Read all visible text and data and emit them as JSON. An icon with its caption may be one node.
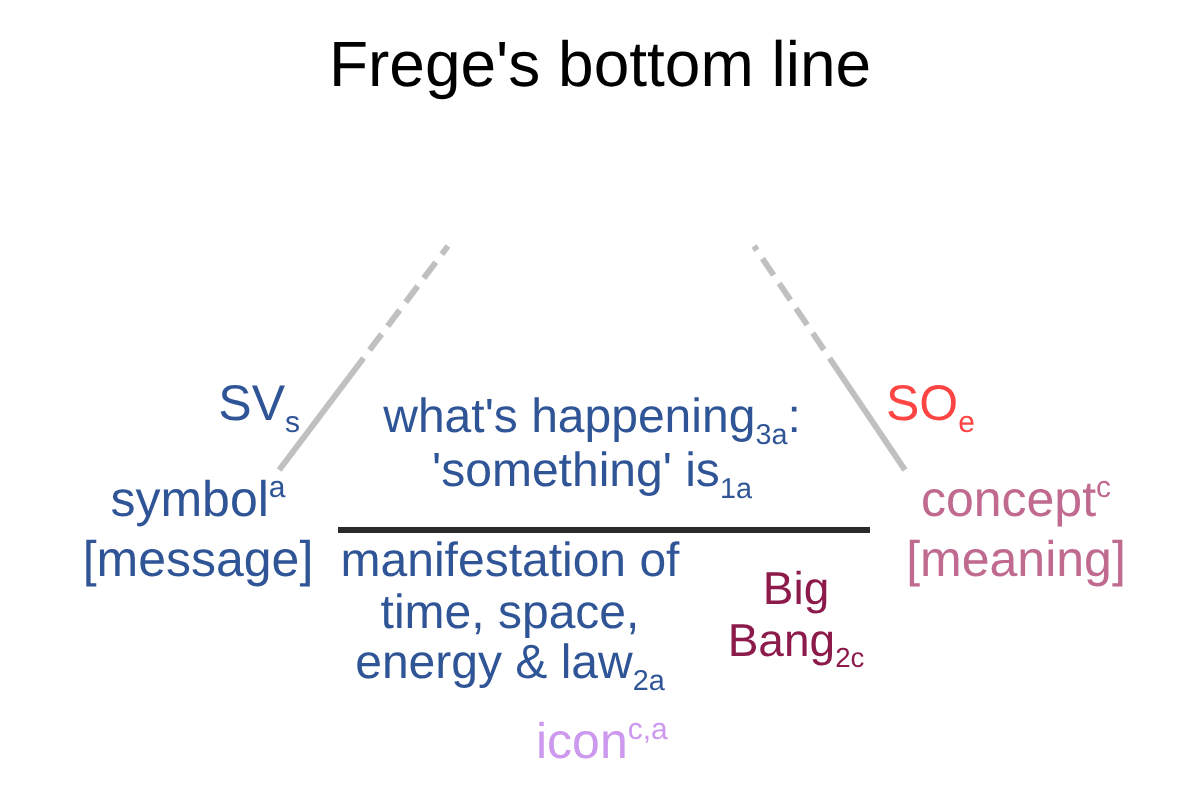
{
  "diagram": {
    "title": "Frege's bottom line",
    "nodes": [
      {
        "text": [
          "symbol$^{a}$ [message]"
        ],
        "beside": [
          "SV$_{s}$"
        ]
      },
      {
        "text": [
          "concept$^{c}$ [meaning]"
        ],
        "beside": [
          "SO$_{e}$"
        ]
      }
    ],
    "edges": [
      {
        "from": 0,
        "to": 1,
        "arrow": "none",
        "color": "#2b2b2b"
      },
      {
        "from": 0,
        "to": null,
        "arrow": "none",
        "style": "dashed"
      },
      {
        "from": 1,
        "to": null,
        "arrow": "none",
        "style": "dashed"
      }
    ],
    "labels": [
      "what's happening$_{3a}$: 'something' is$_{1a}$",
      "manifestation of time, space, energy & law$_{2a}$",
      "Big Bang$_{2c}$",
      "icon$^{c,a}$"
    ]
  }
}
